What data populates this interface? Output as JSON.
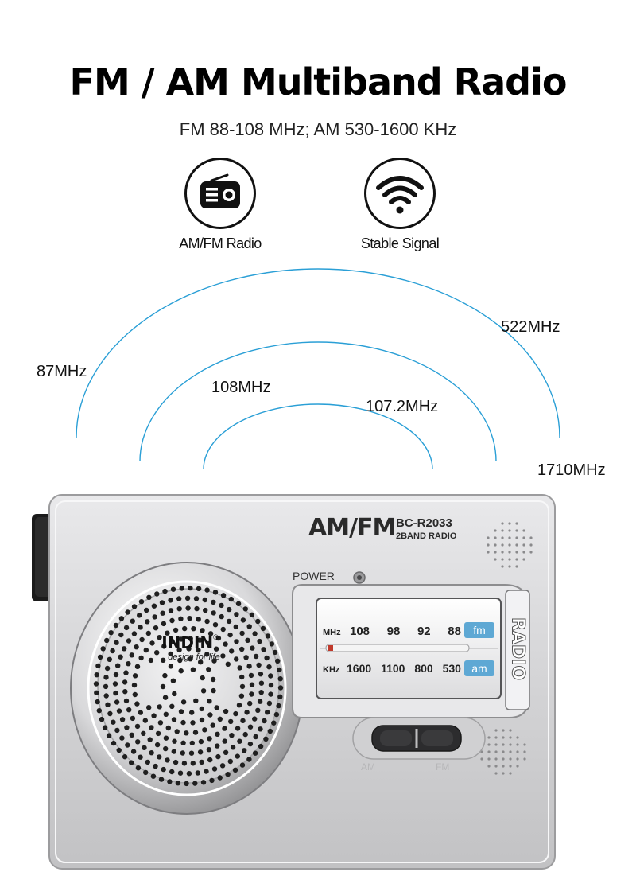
{
  "headline": "FM / AM Multiband Radio",
  "subtitle": "FM 88-108 MHz; AM 530-1600 KHz",
  "features": [
    {
      "icon": "radio-icon",
      "label": "AM/FM Radio"
    },
    {
      "icon": "wifi-signal-icon",
      "label": "Stable Signal"
    }
  ],
  "frequency_labels": {
    "outer_left": "87MHz",
    "outer_right": "522MHz",
    "middle_left": "108MHz",
    "inner_right": "107.2MHz",
    "far_right": "1710MHz"
  },
  "colors": {
    "wave_blue": "#2a9fd6",
    "radio_silver": "#cfcfd1",
    "fm_badge": "#5ea8d4"
  },
  "radio": {
    "band_title": "AM/FM",
    "model": "BC-R2033",
    "model_sub": "2BAND RADIO",
    "power_label": "POWER",
    "brand": "INDIN",
    "brand_reg": "®",
    "slogan": "design for life",
    "side_label": "RADIO",
    "dial": {
      "fm_unit": "MHz",
      "fm_values": [
        "108",
        "98",
        "92",
        "88"
      ],
      "fm_badge": "fm",
      "am_unit": "KHz",
      "am_values": [
        "1600",
        "1100",
        "800",
        "530"
      ],
      "am_badge": "am"
    },
    "switch_left": "AM",
    "switch_right": "FM"
  }
}
